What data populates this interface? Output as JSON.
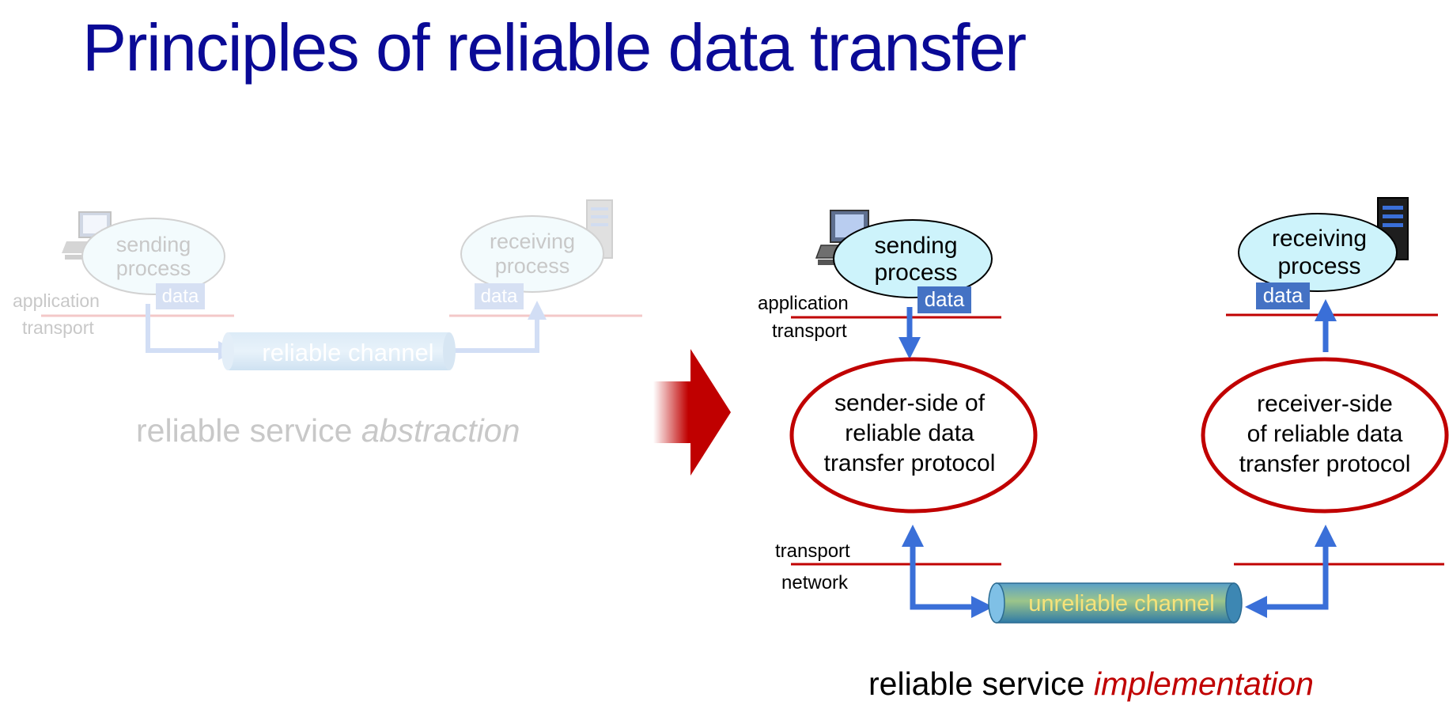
{
  "title": "Principles of reliable data transfer",
  "abstraction": {
    "sending_process": [
      "sending",
      "process"
    ],
    "receiving_process": [
      "receiving",
      "process"
    ],
    "data_left": "data",
    "data_right": "data",
    "layer_application": "application",
    "layer_transport": "transport",
    "channel": "reliable channel",
    "caption_plain": "reliable service ",
    "caption_italic": "abstraction"
  },
  "implementation": {
    "sending_process": [
      "sending",
      "process"
    ],
    "receiving_process": [
      "receiving",
      "process"
    ],
    "data_left": "data",
    "data_right": "data",
    "layer_application": "application",
    "layer_transport_top": "transport",
    "layer_transport_bottom": "transport",
    "layer_network": "network",
    "sender_protocol": [
      "sender-side of",
      "reliable data",
      "transfer protocol"
    ],
    "receiver_protocol": [
      "receiver-side",
      "of reliable data",
      "transfer protocol"
    ],
    "channel": "unreliable channel",
    "caption_plain": "reliable service ",
    "caption_italic": "implementation"
  },
  "colors": {
    "title": "#0a0a96",
    "protocol_ellipse": "#c00000",
    "layer_line": "#c00000",
    "arrow_blue": "#3a6fd8",
    "data_box": "#4472c4",
    "process_fill": "#cdf3fb",
    "caption_italic": "#c00000",
    "faded_text": "#c8c8c8"
  },
  "icons": {
    "sender_host": "desktop-computer-icon",
    "receiver_host": "server-tower-icon",
    "transition": "big-red-arrow-icon"
  }
}
